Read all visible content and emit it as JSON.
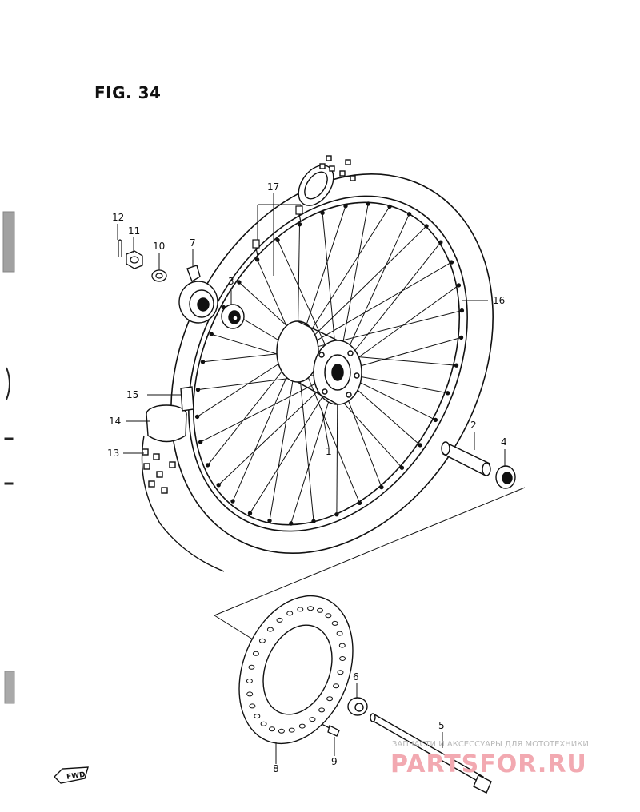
{
  "figure": {
    "title": "FIG. 34"
  },
  "callouts": [
    {
      "id": "1",
      "label": "1"
    },
    {
      "id": "2",
      "label": "2"
    },
    {
      "id": "3",
      "label": "3"
    },
    {
      "id": "4",
      "label": "4"
    },
    {
      "id": "5",
      "label": "5"
    },
    {
      "id": "6",
      "label": "6"
    },
    {
      "id": "7",
      "label": "7"
    },
    {
      "id": "8",
      "label": "8"
    },
    {
      "id": "9",
      "label": "9"
    },
    {
      "id": "10",
      "label": "10"
    },
    {
      "id": "11",
      "label": "11"
    },
    {
      "id": "12",
      "label": "12"
    },
    {
      "id": "13",
      "label": "13"
    },
    {
      "id": "14",
      "label": "14"
    },
    {
      "id": "15",
      "label": "15"
    },
    {
      "id": "16",
      "label": "16"
    },
    {
      "id": "17",
      "label": "17"
    }
  ],
  "direction_marker": "FWD",
  "watermark": {
    "tagline": "ЗАПЧАСТИ И АКСЕССУАРЫ ДЛЯ МОТОТЕХНИКИ",
    "brand": "PARTSFOR.RU"
  }
}
